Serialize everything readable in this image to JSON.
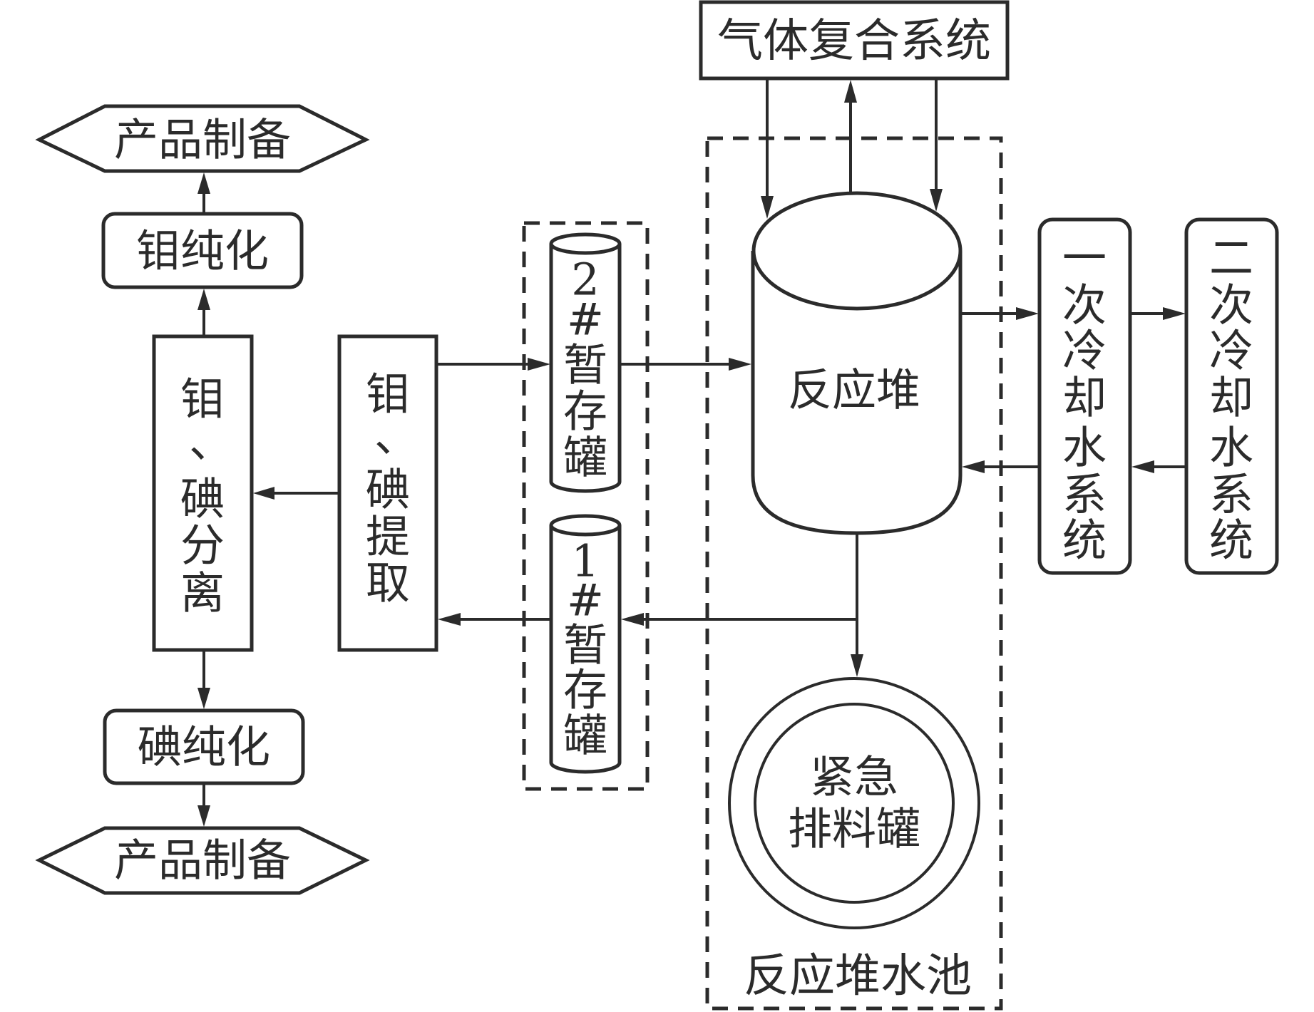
{
  "diagram": {
    "type": "process-flow",
    "nodes": {
      "product_top": "产品制备",
      "mo_purify": "钼纯化",
      "separation": [
        "钼",
        "、",
        "碘",
        "分",
        "离"
      ],
      "extraction": [
        "钼",
        "、",
        "碘",
        "提",
        "取"
      ],
      "iodine_purify": "碘纯化",
      "product_bottom": "产品制备",
      "tank2": [
        "2",
        "#",
        "暂",
        "存",
        "罐"
      ],
      "tank1": [
        "1",
        "#",
        "暂",
        "存",
        "罐"
      ],
      "gas_system": "气体复合系统",
      "reactor": "反应堆",
      "cooling1": [
        "一",
        "次",
        "冷",
        "却",
        "水",
        "系",
        "统"
      ],
      "cooling2": [
        "二",
        "次",
        "冷",
        "却",
        "水",
        "系",
        "统"
      ],
      "emergency_tank_line1": "紧急",
      "emergency_tank_line2": "排料罐",
      "pool_label": "反应堆水池"
    },
    "edges": [
      {
        "from": "钼纯化",
        "to": "产品制备(上)"
      },
      {
        "from": "钼、碘分离",
        "to": "钼纯化"
      },
      {
        "from": "钼、碘分离",
        "to": "碘纯化"
      },
      {
        "from": "碘纯化",
        "to": "产品制备(下)"
      },
      {
        "from": "钼、碘提取",
        "to": "钼、碘分离"
      },
      {
        "from": "钼、碘提取",
        "to": "2#暂存罐"
      },
      {
        "from": "2#暂存罐",
        "to": "反应堆"
      },
      {
        "from": "反应堆",
        "to": "1#暂存罐"
      },
      {
        "from": "1#暂存罐",
        "to": "钼、碘提取"
      },
      {
        "from": "反应堆",
        "to": "紧急排料罐"
      },
      {
        "from": "气体复合系统",
        "to": "反应堆"
      },
      {
        "from": "反应堆",
        "to": "气体复合系统"
      },
      {
        "from": "反应堆",
        "to": "一次冷却水系统"
      },
      {
        "from": "一次冷却水系统",
        "to": "反应堆"
      },
      {
        "from": "一次冷却水系统",
        "to": "二次冷却水系统"
      },
      {
        "from": "二次冷却水系统",
        "to": "一次冷却水系统"
      }
    ]
  }
}
